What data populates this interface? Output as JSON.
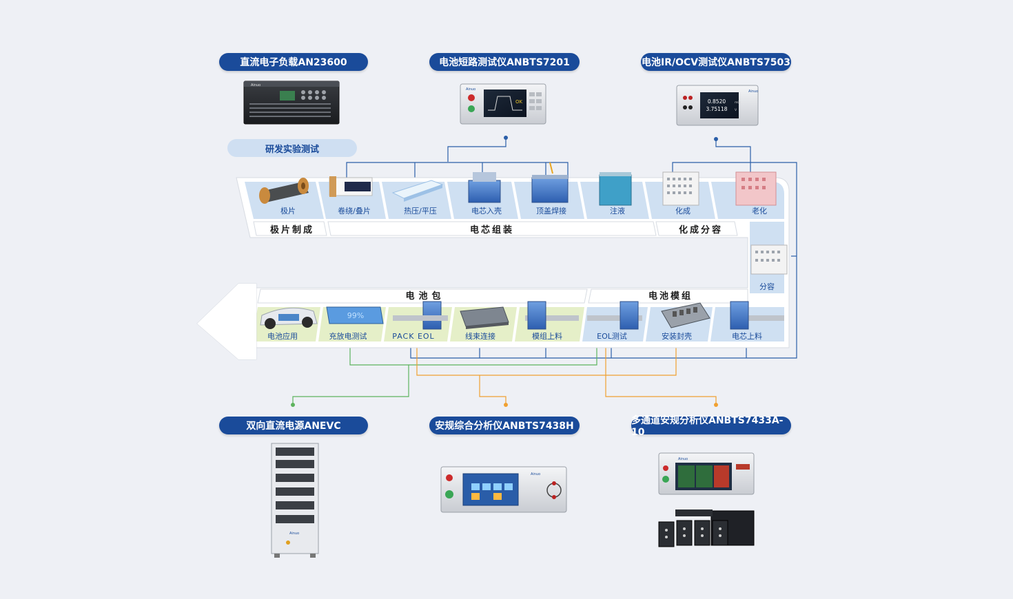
{
  "instruments_top": [
    {
      "label": "直流电子负载AN23600"
    },
    {
      "label": "电池短路测试仪ANBTS7201"
    },
    {
      "label": "电池IR/OCV测试仪ANBTS7503"
    }
  ],
  "rd_label": "研发实验测试",
  "screen_readout": {
    "ok": "OK",
    "ir_value": "0.8520",
    "ir_unit": "mΩ",
    "ocv_value": "3.75118",
    "ocv_unit": "V",
    "pack_percent": "99%"
  },
  "process_top": [
    "极片",
    "卷绕/叠片",
    "热压/平压",
    "电芯入壳",
    "顶盖焊接",
    "注液",
    "化成",
    "老化"
  ],
  "process_right": "分容",
  "process_bottom": [
    "电池应用",
    "充放电测试",
    "PACK EOL",
    "线束连接",
    "模组上料",
    "EOL测试",
    "安装封壳",
    "电芯上料"
  ],
  "stages_top": [
    "极片制成",
    "电芯组装",
    "化成分容"
  ],
  "stages_bottom": [
    "电池包",
    "电池模组"
  ],
  "instruments_bottom": [
    {
      "label": "双向直流电源ANEVC"
    },
    {
      "label": "安规综合分析仪ANBTS7438H"
    },
    {
      "label": "多通道安规分析仪ANBTS7433A-10"
    }
  ],
  "brand": "Ainuo",
  "colors": {
    "navy": "#1a4b9a",
    "blue_line": "#2a5ea8",
    "green_line": "#5db35d",
    "orange_line": "#f0a030",
    "band_blue": "#cfe0f2",
    "band_green": "#e5efc8"
  }
}
